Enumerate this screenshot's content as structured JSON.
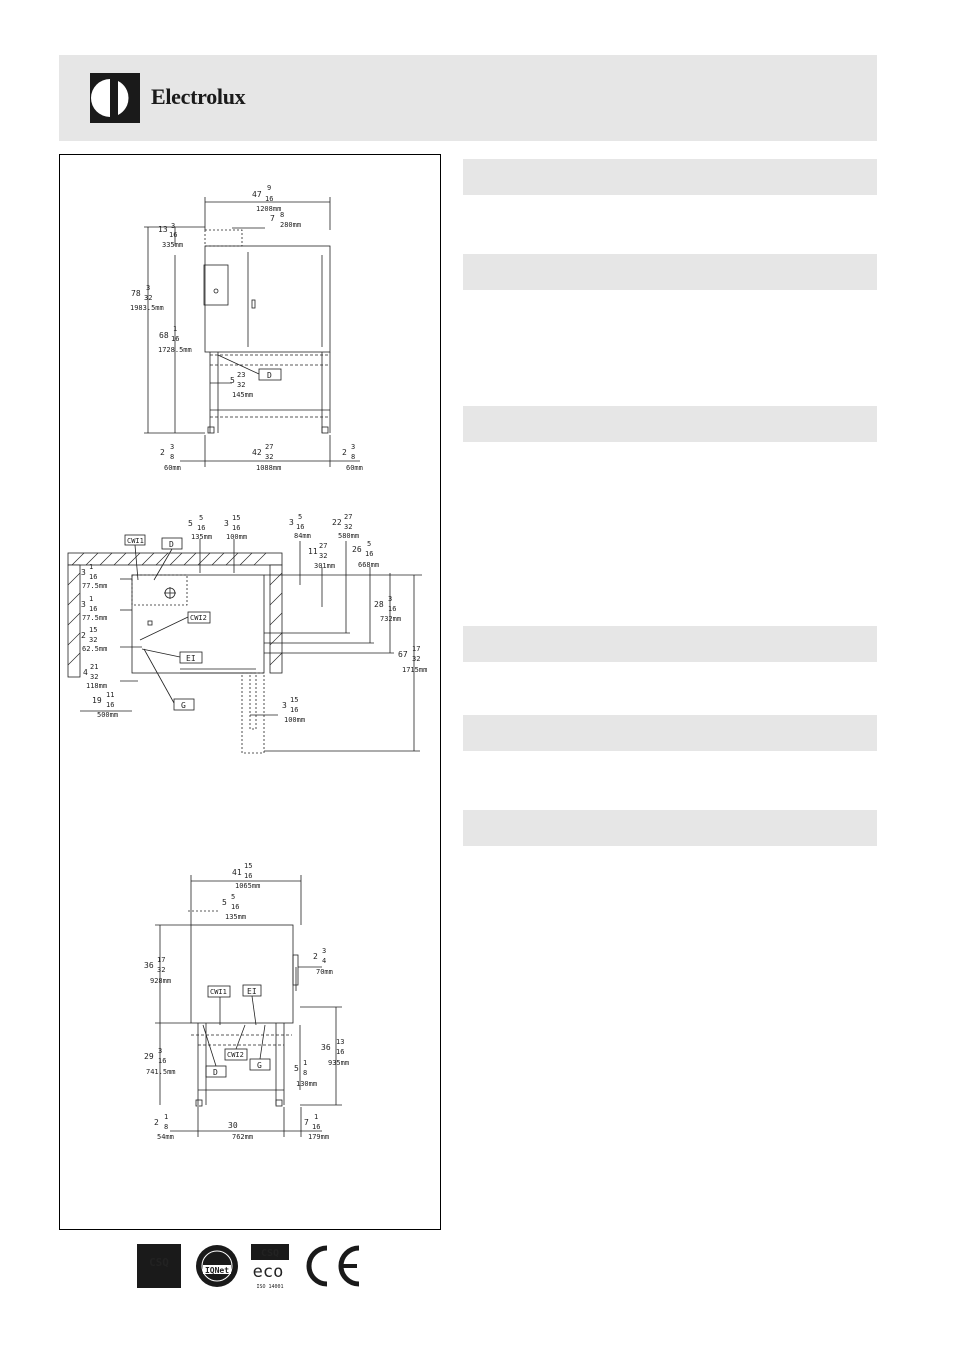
{
  "brand": {
    "name": "Electrolux",
    "logo_icon": "electrolux-logo-icon"
  },
  "sections": [
    {
      "id": "s1",
      "title": ""
    },
    {
      "id": "s2",
      "title": ""
    },
    {
      "id": "s3",
      "title": ""
    },
    {
      "id": "s4",
      "title": ""
    },
    {
      "id": "s5",
      "title": ""
    },
    {
      "id": "s6",
      "title": ""
    }
  ],
  "front_view": {
    "width": [
      "47",
      "9",
      "16",
      "1208mm"
    ],
    "top_off": [
      "7",
      "8",
      "280mm"
    ],
    "top_h": [
      "13",
      "3",
      "16",
      "335mm"
    ],
    "total_h": [
      "78",
      "3",
      "32",
      "1983.5mm"
    ],
    "mid_h": [
      "68",
      "1",
      "16",
      "1728.5mm"
    ],
    "drain_off": [
      "5",
      "23",
      "32",
      "145mm"
    ],
    "feet_l": [
      "2",
      "3",
      "8",
      "60mm"
    ],
    "feet_span": [
      "42",
      "27",
      "32",
      "1088mm"
    ],
    "feet_r": [
      "2",
      "3",
      "8",
      "60mm"
    ],
    "label_d": "D"
  },
  "top_view": {
    "a": [
      "5",
      "5",
      "16",
      "135mm"
    ],
    "b": [
      "3",
      "15",
      "16",
      "100mm"
    ],
    "c": [
      "3",
      "5",
      "16",
      "84mm"
    ],
    "d": [
      "22",
      "27",
      "32",
      "580mm"
    ],
    "e": [
      "11",
      "27",
      "32",
      "301mm"
    ],
    "f": [
      "26",
      "5",
      "16",
      "668mm"
    ],
    "g": [
      "28",
      "3",
      "16",
      "732mm"
    ],
    "h": [
      "67",
      "17",
      "32",
      "1715mm"
    ],
    "i": [
      "3",
      "1",
      "16",
      "77.5mm"
    ],
    "j": [
      "3",
      "1",
      "16",
      "77.5mm"
    ],
    "k": [
      "2",
      "15",
      "32",
      "62.5mm"
    ],
    "l": [
      "4",
      "21",
      "32",
      "118mm"
    ],
    "m": [
      "19",
      "11",
      "16",
      "500mm"
    ],
    "n": [
      "3",
      "15",
      "16",
      "100mm"
    ],
    "labels": {
      "cwi1": "CWI1",
      "d": "D",
      "cwi2": "CWI2",
      "ei": "EI",
      "g": "G"
    }
  },
  "side_view": {
    "width": [
      "41",
      "15",
      "16",
      "1065mm"
    ],
    "top_off": [
      "5",
      "5",
      "16",
      "135mm"
    ],
    "upper_h": [
      "36",
      "17",
      "32",
      "928mm"
    ],
    "right_off": [
      "2",
      "3",
      "4",
      "70mm"
    ],
    "lower_h": [
      "29",
      "3",
      "16",
      "741.5mm"
    ],
    "right_h": [
      "36",
      "13",
      "16",
      "935mm"
    ],
    "low_off": [
      "5",
      "1",
      "8",
      "130mm"
    ],
    "feet_l": [
      "2",
      "1",
      "8",
      "54mm"
    ],
    "feet_span": [
      "30",
      "",
      "",
      "762mm"
    ],
    "feet_r": [
      "7",
      "1",
      "16",
      "179mm"
    ],
    "labels": {
      "cwi1": "CWI1",
      "ei": "EI",
      "cwi2": "CWI2",
      "d": "D",
      "g": "G"
    }
  },
  "certifications": [
    {
      "name": "csq-logo",
      "text": "CSQ"
    },
    {
      "name": "iqnet-logo",
      "text": "IQNet"
    },
    {
      "name": "csq-eco-logo",
      "text": "CSQ",
      "sub": "eco",
      "iso": "ISO 14001"
    },
    {
      "name": "ce-mark",
      "text": "CE"
    }
  ]
}
